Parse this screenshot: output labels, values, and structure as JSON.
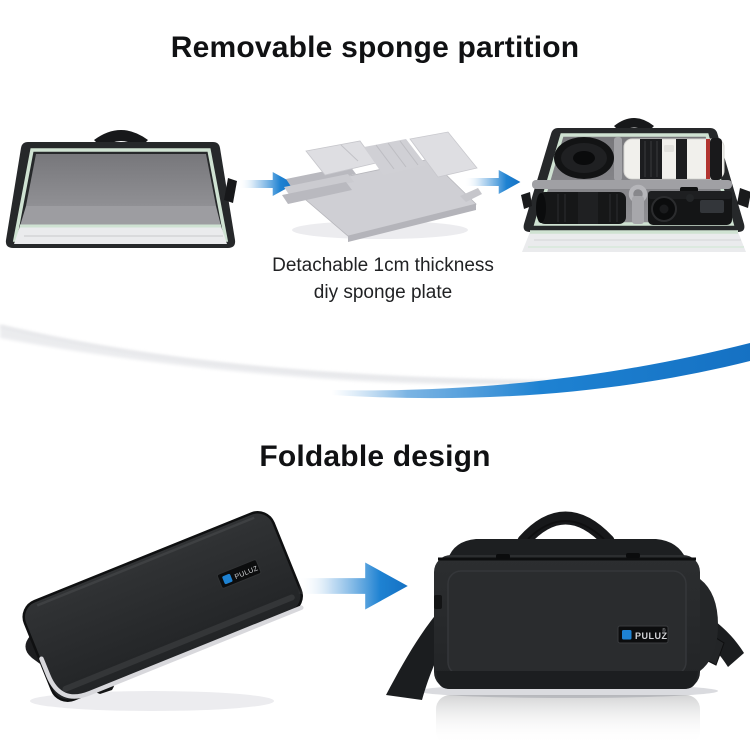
{
  "sections": {
    "partition": {
      "title": "Removable sponge partition",
      "caption_line1": "Detachable 1cm thickness",
      "caption_line2": "diy sponge plate"
    },
    "foldable": {
      "title": "Foldable design"
    }
  },
  "brand": {
    "logo_text": "PULUZ",
    "logo_mark": "®"
  },
  "icons": {
    "step_arrow": "right-arrow",
    "brand_square": "blue-square-logo"
  },
  "colors": {
    "heading_text": "#101113",
    "caption_text": "#212224",
    "accent_blue": "#1e82d2",
    "arrow_blue_deep": "#1571c3",
    "swoosh_gray": "#e9eaed",
    "bag_shell": "#26282a",
    "bag_shell_dark": "#17181a",
    "trim_mint": "#cfe2d2",
    "interior_gray": "#909094",
    "interior_dark": "#77777b",
    "interior_floor": "#9d9da1",
    "flap_light": "#eaebed",
    "divider_gray": "#a2a2a6",
    "sponge_light": "#dedee2",
    "sponge_mid": "#cfcfd4",
    "sponge_dark": "#b9b9bf",
    "lens_white": "#f1f0ec",
    "lens_red": "#b23430",
    "label_bg": "#0c0d0e",
    "label_text": "#d4d5d8",
    "soft_shadow": "#ececef"
  }
}
